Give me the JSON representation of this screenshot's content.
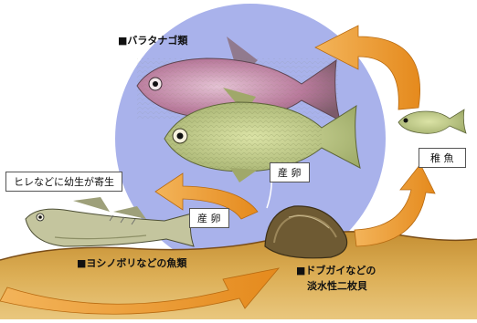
{
  "labels": {
    "bitterling": "■バラタナゴ類",
    "parasite_note": "ヒレなどに幼生が寄生",
    "spawn_into_mussel": "産 卵",
    "spawn_by_mussel": "産 卵",
    "juvenile": "稚 魚",
    "goby_fish": "■ヨシノボリなどの魚類",
    "mussel_line1": "■ドブガイなどの",
    "mussel_line2": "淡水性二枚貝"
  },
  "colors": {
    "pond_circle": "#aab3ec",
    "ground": "#d7a848",
    "ground_dark": "#8a5a1e",
    "arrow_fill": "#ec9a2c",
    "fish_green": "#b4c07a",
    "fish_pink": "#c48aa8"
  }
}
